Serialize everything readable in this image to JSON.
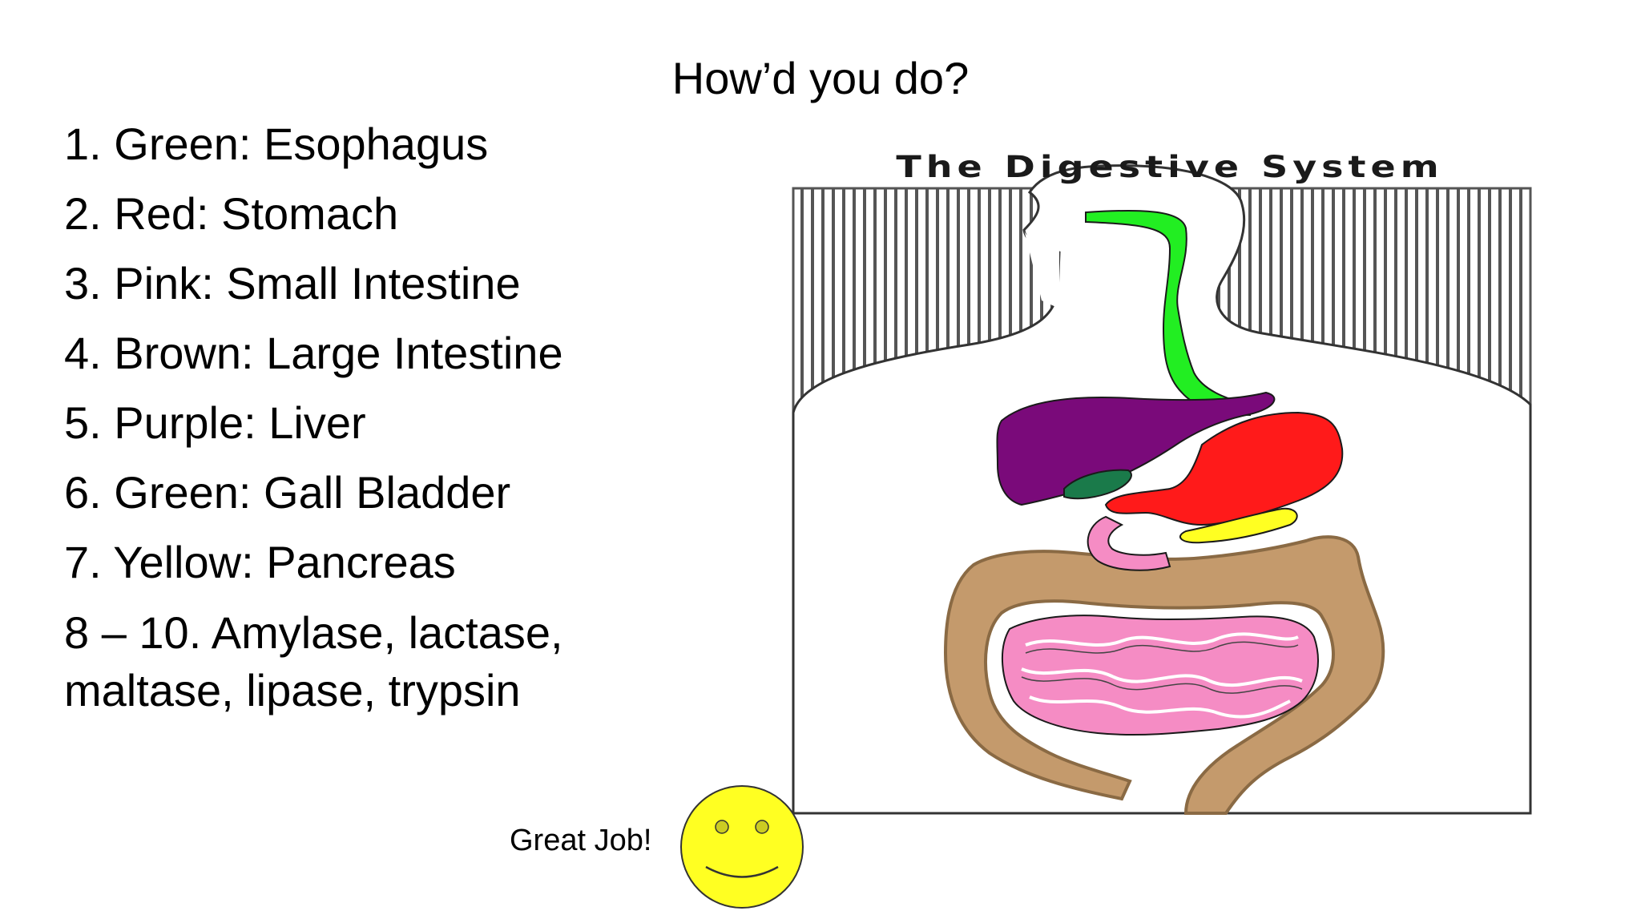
{
  "title": "How’d you do?",
  "answers": [
    "1. Green: Esophagus",
    "2. Red: Stomach",
    "3. Pink: Small Intestine",
    "4. Brown: Large Intestine",
    "5. Purple: Liver",
    "6. Green: Gall Bladder",
    "7. Yellow: Pancreas",
    "8 – 10. Amylase, lactase, maltase, lipase, trypsin"
  ],
  "diagram": {
    "title": "The Digestive System",
    "colors": {
      "esophagus": "#22ee22",
      "stomach": "#ff1a1a",
      "small_intestine": "#f58cc4",
      "large_intestine": "#c49a6c",
      "liver": "#7a0a7a",
      "gall_bladder": "#1a7a4a",
      "pancreas": "#ffff22"
    }
  },
  "feedback": {
    "message": "Great Job!",
    "icon": "smiley-face-icon",
    "icon_color": "#ffff22"
  }
}
